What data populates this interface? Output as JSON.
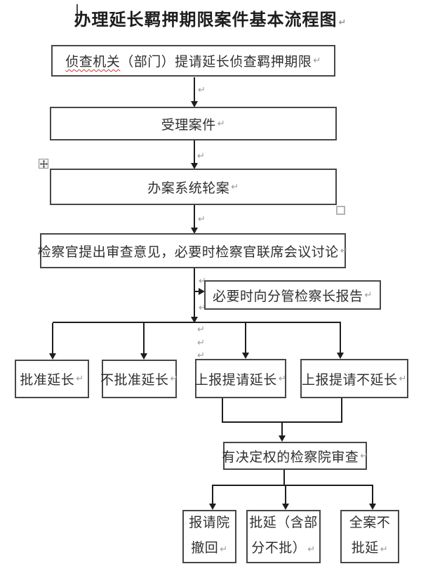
{
  "title": "办理延长羁押期限案件基本流程图",
  "marks": {
    "pilcrow": "↵"
  },
  "colors": {
    "line": "#1e1e1e",
    "box_border": "#474747",
    "text": "#2f2f2f",
    "pilcrow_gray": "#9a9a9a",
    "spellcheck_red": "#c8382b",
    "handle_gray": "#b3b3b3"
  },
  "flow": {
    "step1": {
      "misspelled": "侦查机关",
      "rest": "（部门）提请延长侦查羁押期限"
    },
    "step2": {
      "label": "受理案件"
    },
    "step3": {
      "label": "办案系统轮案"
    },
    "step4": {
      "label": "检察官提出审查意见，必要时检察官联席会议讨论"
    },
    "side_note": {
      "label": "必要时向分管检察长报告"
    },
    "branch1": {
      "label": "批准延长"
    },
    "branch2": {
      "label": "不批准延长"
    },
    "branch3": {
      "label": "上报提请延长"
    },
    "branch4": {
      "label": "上报提请不延长"
    },
    "review": {
      "label": "有决定权的检察院审查"
    },
    "outcome1": {
      "line1": "报请院",
      "line2": "撤回"
    },
    "outcome2": {
      "line1": "批延（含部",
      "line2": "分不批）"
    },
    "outcome3": {
      "line1": "全案不",
      "line2": "批延"
    }
  },
  "icons": {
    "move_handle": "four-direction-move-cross",
    "resize_handle": "white-square"
  }
}
